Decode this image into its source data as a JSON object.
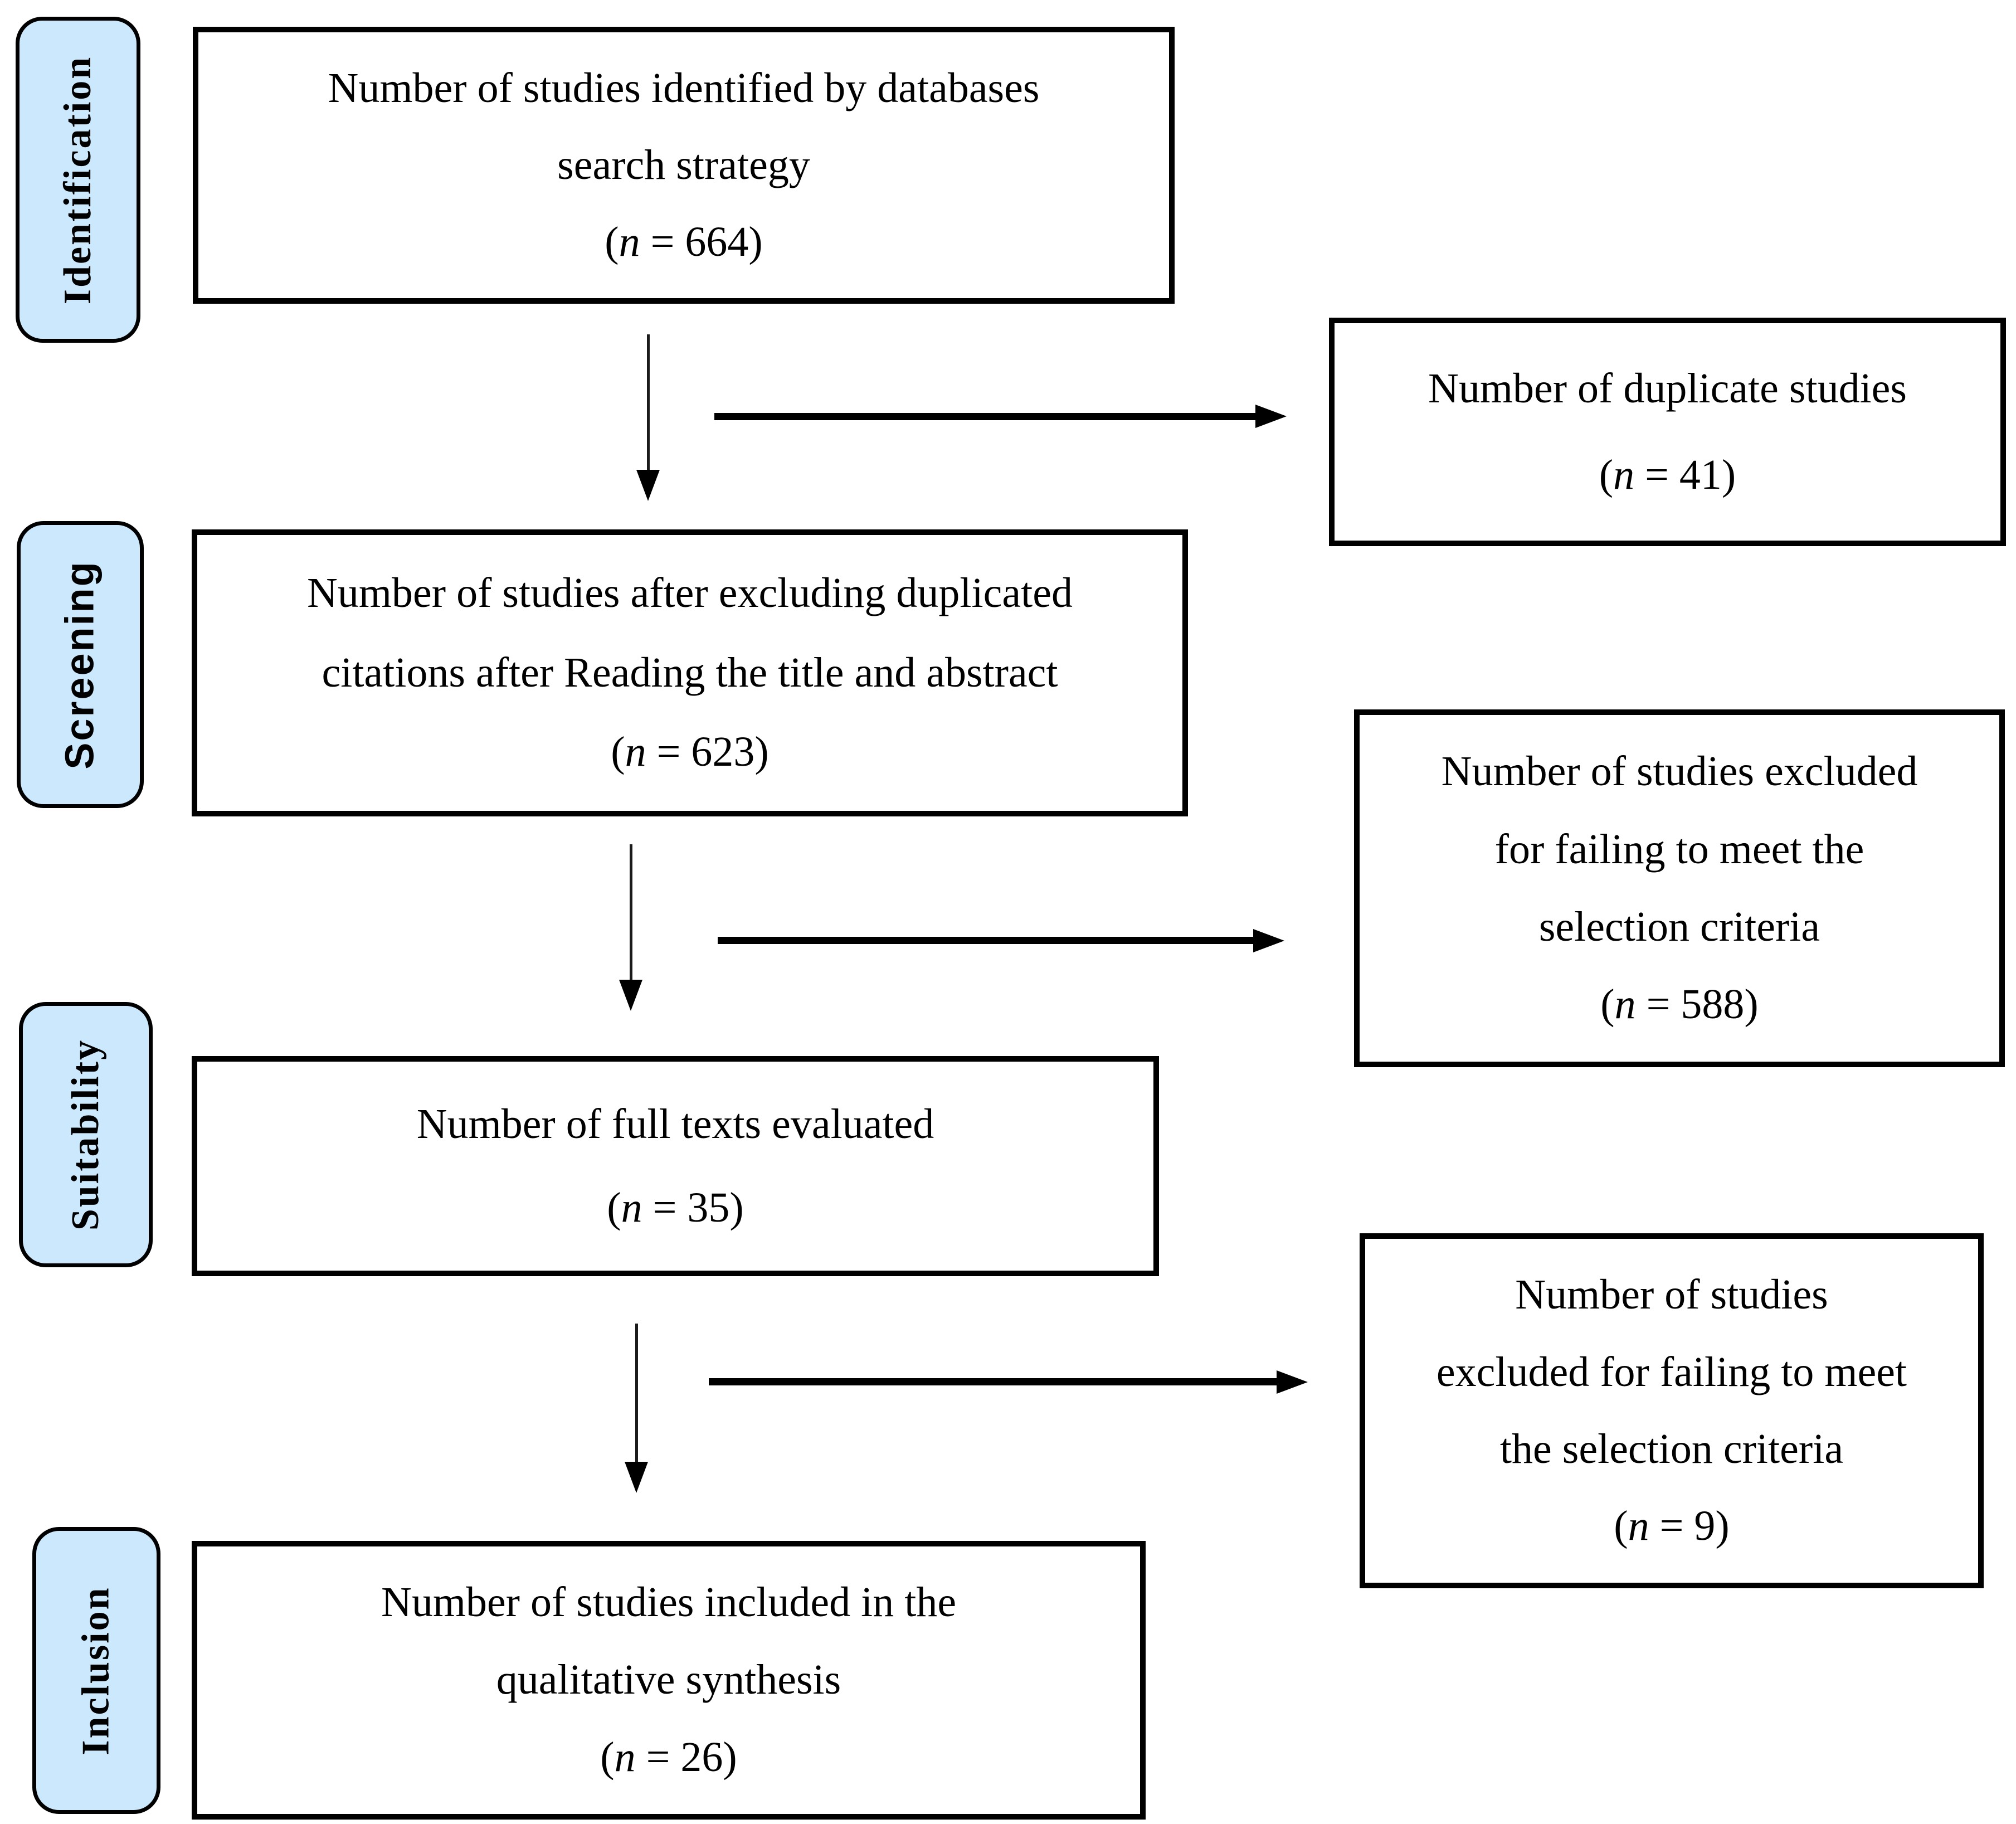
{
  "stages": [
    {
      "label": "Identification"
    },
    {
      "label": "Screening"
    },
    {
      "label": "Suitability"
    },
    {
      "label": "Inclusion"
    }
  ],
  "flow_boxes": [
    {
      "lines": [
        "Number of studies identified by databases",
        "search strategy"
      ],
      "count": "(n = 664)"
    },
    {
      "lines": [
        "Number of studies after excluding duplicated",
        "citations after Reading the title and abstract"
      ],
      "count": "(n = 623)"
    },
    {
      "lines": [
        "Number of full texts evaluated"
      ],
      "count": "(n = 35)"
    },
    {
      "lines": [
        "Number of studies included in the",
        "qualitative synthesis"
      ],
      "count": "(n = 26)"
    }
  ],
  "side_boxes": [
    {
      "lines": [
        "Number of duplicate studies"
      ],
      "count": "(n = 41)"
    },
    {
      "lines": [
        "Number of studies excluded",
        "for failing to meet the",
        "selection criteria"
      ],
      "count": "(n = 588)"
    },
    {
      "lines": [
        "Number of studies",
        "excluded for failing to meet",
        "the selection criteria"
      ],
      "count": "(n = 9)"
    }
  ],
  "colors": {
    "stage_fill": "#CBE8FC",
    "border": "#000000",
    "background": "#FFFFFF",
    "text": "#000000"
  }
}
